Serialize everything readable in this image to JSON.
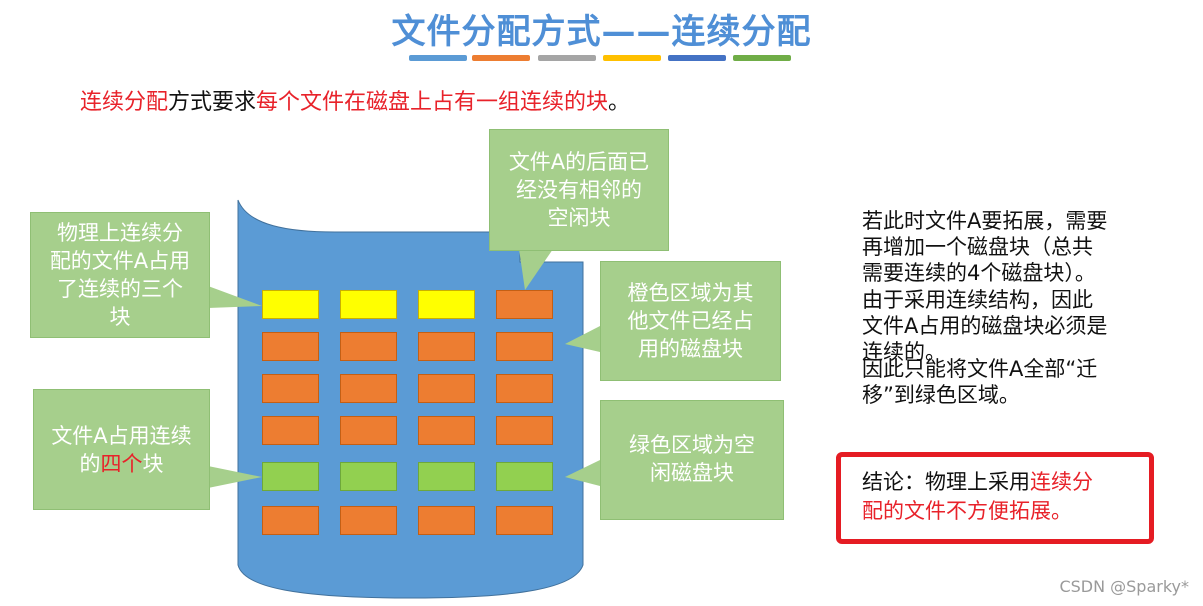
{
  "title": "文件分配方式——连续分配",
  "stripes": [
    {
      "color": "#5b9bd5"
    },
    {
      "color": "#ed7d31"
    },
    {
      "color": "#a5a5a5"
    },
    {
      "color": "#ffc000"
    },
    {
      "color": "#4472c4"
    },
    {
      "color": "#70ad47"
    }
  ],
  "intro": {
    "part1": "连续分配",
    "part2": "方式要求",
    "part3": "每个文件在磁盘上占有一组连续的块",
    "part4": "。"
  },
  "callouts": {
    "left_top": [
      "物理上连续分",
      "配的文件A占用",
      "了连续的三个",
      "块"
    ],
    "left_bottom": {
      "line1": "文件A占用连续",
      "line2_a": "的",
      "line2_b": "四个",
      "line2_c": "块"
    },
    "top": [
      "文件A的后面已",
      "经没有相邻的",
      "空闲块"
    ],
    "right_middle": [
      "橙色区域为其",
      "他文件已经占",
      "用的磁盘块"
    ],
    "right_bottom": [
      "绿色区域为空",
      "闲磁盘块"
    ]
  },
  "grid": {
    "rows": [
      [
        "yellow",
        "yellow",
        "yellow",
        "orange"
      ],
      [
        "orange",
        "orange",
        "orange",
        "orange"
      ],
      [
        "orange",
        "orange",
        "orange",
        "orange"
      ],
      [
        "orange",
        "orange",
        "orange",
        "orange"
      ],
      [
        "green",
        "green",
        "green",
        "green"
      ],
      [
        "orange",
        "orange",
        "orange",
        "orange"
      ]
    ]
  },
  "colors": {
    "yellow": "#ffff00",
    "orange": "#ed7d31",
    "green": "#92d050",
    "cylinder": "#5b9bd5",
    "callout": "#a6cf8c",
    "accent_red": "#e8222a"
  },
  "right_text": {
    "para1": [
      "若此时文件A要拓展，需要",
      "再增加一个磁盘块（总共",
      "需要连续的4个磁盘块）。"
    ],
    "para2": [
      "由于采用连续结构，因此",
      "文件A占用的磁盘块必须是",
      "连续的。"
    ],
    "para3": [
      "因此只能将文件A全部“迁",
      "移”到绿色区域。"
    ]
  },
  "conclusion": {
    "prefix": "结论：物理上采用",
    "highlight1": "连续分",
    "highlight2": "配的文件不方便拓展。"
  },
  "watermark": "CSDN @Sparky*"
}
